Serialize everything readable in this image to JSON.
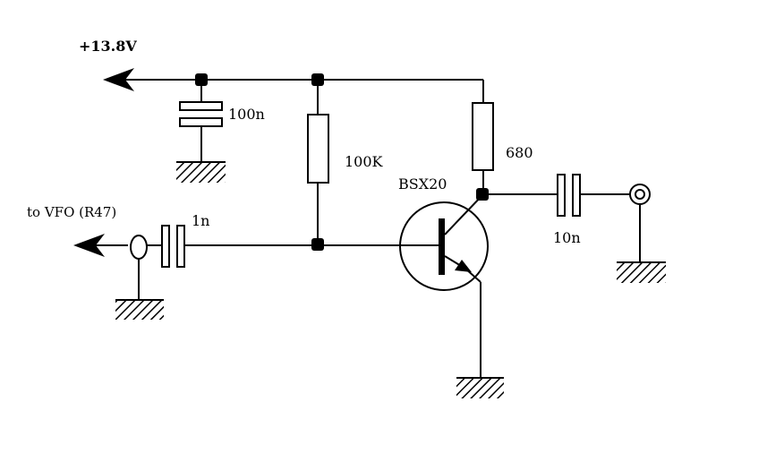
{
  "labels": {
    "supply": "+13.8V",
    "input": "to  VFO  (R47)",
    "c_supply": "100n",
    "r_bias": "100K",
    "r_collector": "680",
    "transistor": "BSX20",
    "c_input": "1n",
    "c_output": "10n"
  },
  "colors": {
    "ink": "#000000",
    "background": "#ffffff"
  }
}
